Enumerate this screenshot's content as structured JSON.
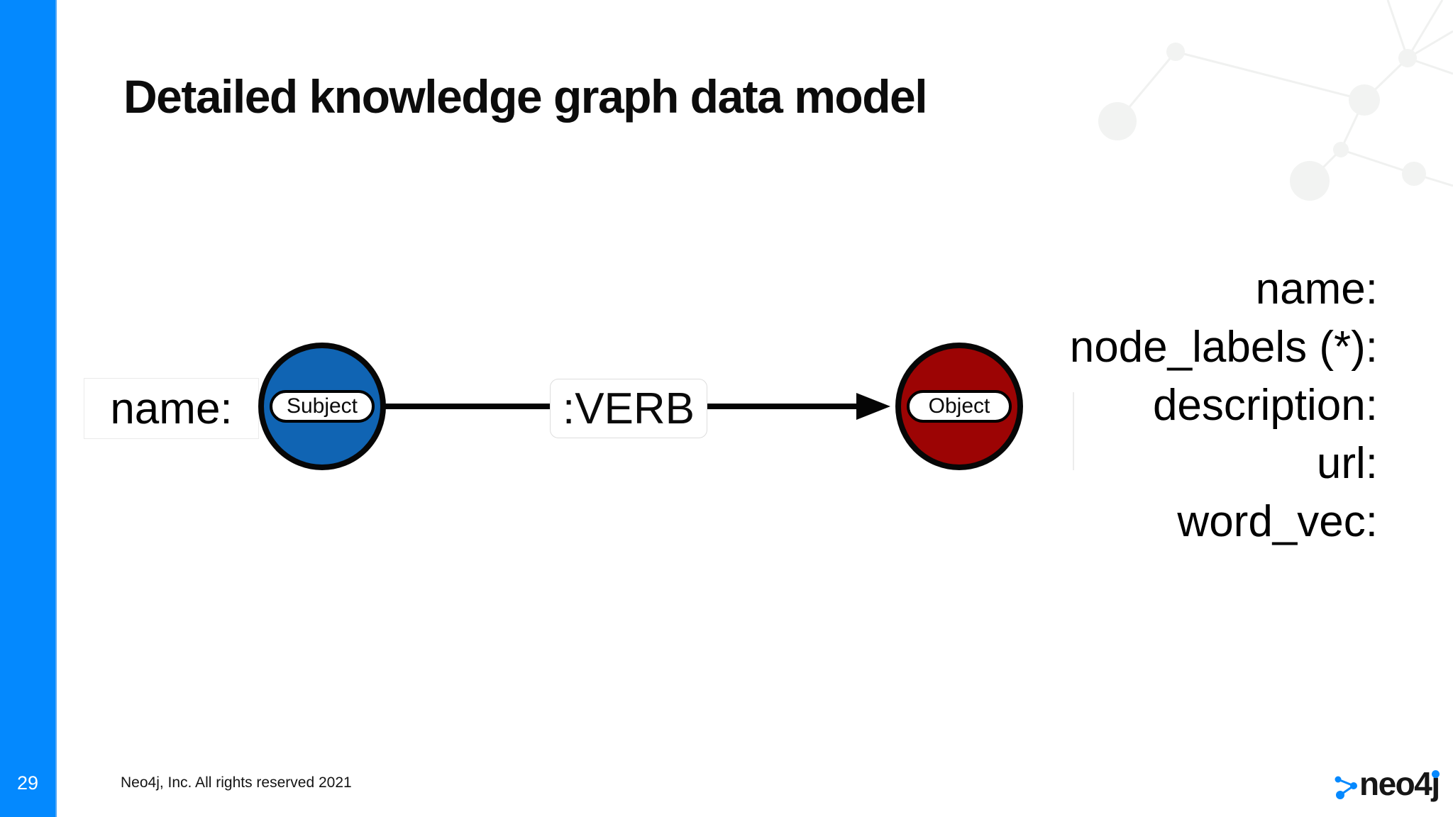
{
  "slide": {
    "title": "Detailed knowledge graph data model",
    "page_number": "29",
    "copyright": "Neo4j, Inc. All rights reserved 2021"
  },
  "diagram": {
    "subject_property_label": "name:",
    "subject_node_label": "Subject",
    "relationship_label": ":VERB",
    "object_node_label": "Object",
    "object_property_labels": [
      "name:",
      "node_labels (*):",
      "description:",
      "url:",
      "word_vec:"
    ]
  },
  "logo": {
    "icon": "neo4j-graph-icon",
    "text_main": "neo4",
    "text_j": "j"
  },
  "colors": {
    "sidebar_blue": "#0489fe",
    "subject_node_fill": "#1064b3",
    "object_node_fill": "#9c0404",
    "edge_black": "#050505",
    "logo_blue": "#0589ff",
    "background_art_gray": "#f2f3f2"
  }
}
